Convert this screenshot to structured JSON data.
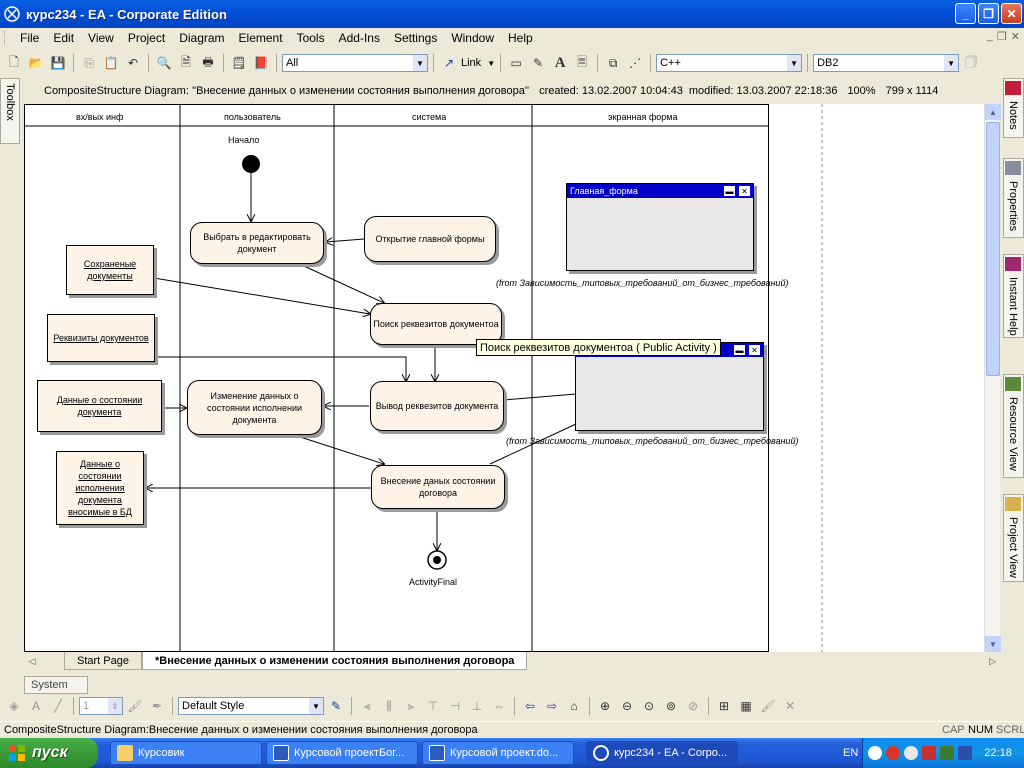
{
  "window": {
    "title": "курс234 - EA - Corporate Edition"
  },
  "menu": [
    "File",
    "Edit",
    "View",
    "Project",
    "Diagram",
    "Element",
    "Tools",
    "Add-Ins",
    "Settings",
    "Window",
    "Help"
  ],
  "toolbar": {
    "filter_value": "All",
    "link_label": "Link",
    "language_value": "C++",
    "database_value": "DB2"
  },
  "toolbox_label": "Toolbox",
  "diagram_info": {
    "type_and_name": "CompositeStructure Diagram: ''Внесение данных о изменении состояния выполнения договора''",
    "created": "created: 13.02.2007 10:04:43",
    "modified": "modified: 13.03.2007 22:18:36",
    "zoom": "100%",
    "size": "799 x 1114"
  },
  "lanes": [
    "вх/вых инф",
    "пользователь",
    "система",
    "экранная форма"
  ],
  "nodes": {
    "start_label": "Начало",
    "select_doc": "Выбрать в редактировать документ",
    "open_main_form": "Открытие главной формы",
    "saved_docs": "Сохраненые документы",
    "search_details": "Поиск реквезитов документоа",
    "doc_details": "Реквизиты документов",
    "output_details": "Вывод реквезитов документа",
    "state_data": "Данные о состоянии документа",
    "change_state": "Изменение данных о состоянии исполнении документа",
    "enter_data": "Внесение даных состоянии договора",
    "exec_state_data": "Данные о состоянии исполнения документа вносимые в БД",
    "final_label": "ActivityFinal"
  },
  "forms": {
    "main_form_title": "Главная_форма",
    "from_note_1": "(from Зависимость_типовых_требований_от_бизнес_требований)",
    "from_note_2": "(from Зависимость_типовых_требований_от_бизнес_требований)",
    "tooltip": "Поиск реквезитов документоа ( Public Activity )"
  },
  "right_tabs": [
    "Notes",
    "Properties",
    "Instant Help",
    "Resource View",
    "Project View"
  ],
  "doc_tabs": {
    "start_page": "Start Page",
    "active": "*Внесение данных о изменении состояния выполнения договора"
  },
  "system_tab": "System",
  "toolbar2": {
    "line_width": "1",
    "style": "Default Style"
  },
  "status": {
    "text": "CompositeStructure Diagram:Внесение данных о изменении состояния выполнения договора",
    "cap": "CAP",
    "num": "NUM",
    "scrl": "SCRL"
  },
  "taskbar": {
    "start": "пуск",
    "tasks": [
      "Курсовик",
      "Курсовой проектБог...",
      "Курсовой проект.do...",
      "курс234 - EA - Corpo..."
    ],
    "lang": "EN",
    "clock": "22:18"
  },
  "colors": {
    "titlebar": "#0350d8",
    "node_fill": "#fdf3e7",
    "form_title": "#0000c8",
    "taskbar": "#245edb",
    "start_button": "#3a9a37"
  }
}
